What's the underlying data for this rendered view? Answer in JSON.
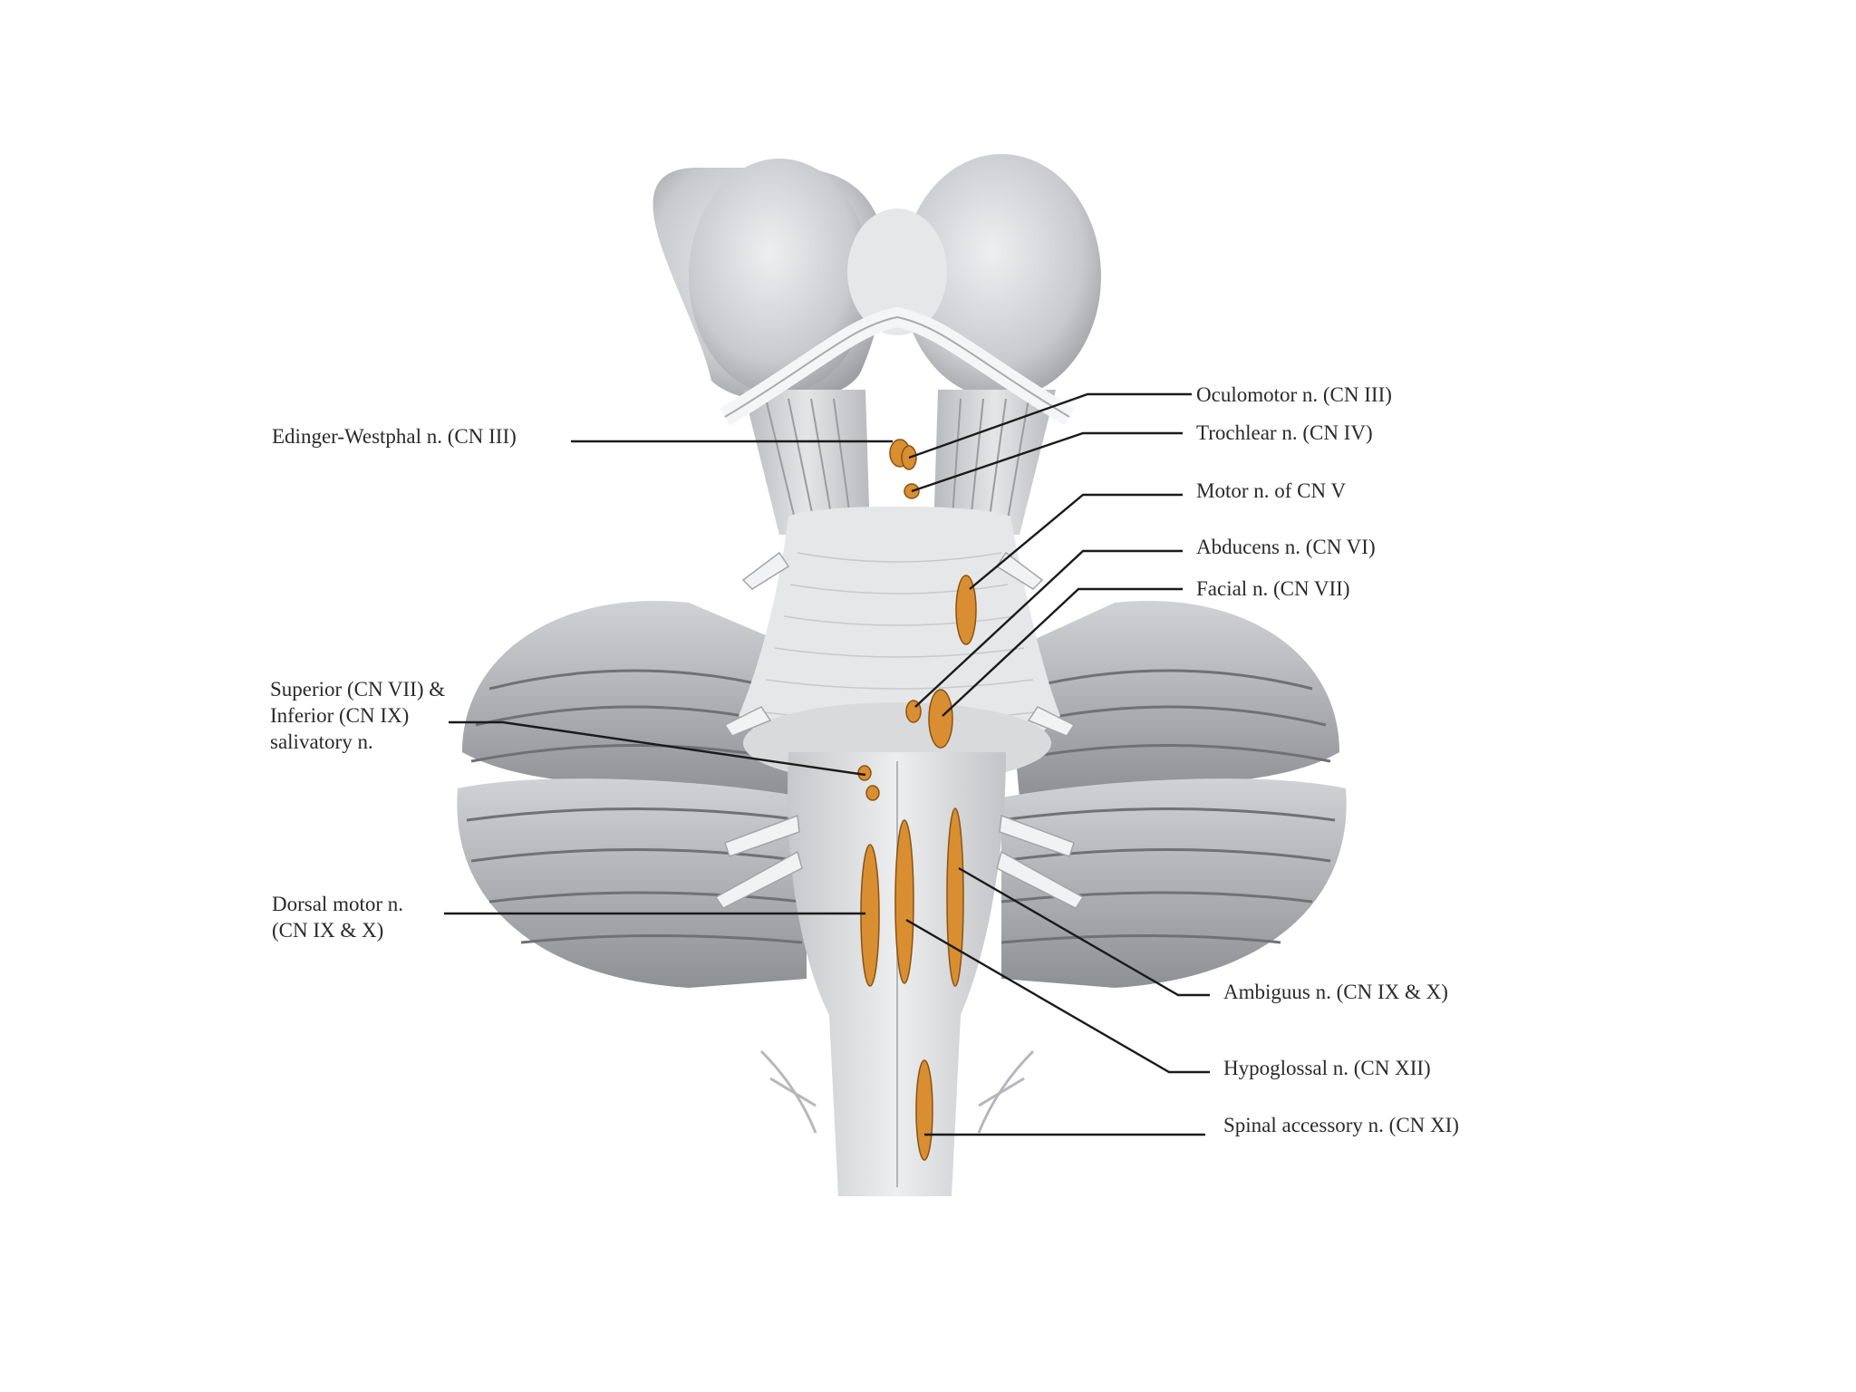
{
  "labels": {
    "edinger_westphal": "Edinger-Westphal n. (CN III)",
    "oculomotor": "Oculomotor n. (CN III)",
    "trochlear": "Trochlear n. (CN IV)",
    "motor_v": "Motor n. of CN V",
    "abducens": "Abducens n. (CN VI)",
    "facial": "Facial n. (CN VII)",
    "salivatory_1": "Superior (CN VII) &",
    "salivatory_2": "Inferior (CN IX)",
    "salivatory_3": "salivatory n.",
    "dorsal_motor_1": "Dorsal motor n.",
    "dorsal_motor_2": "(CN IX & X)",
    "ambiguus": "Ambiguus n. (CN IX & X)",
    "hypoglossal": "Hypoglossal n. (CN XII)",
    "spinal_accessory": "Spinal accessory n. (CN XI)"
  },
  "colors": {
    "nucleus": "#d98e32",
    "tissue": "#bdbfc2",
    "tissue_light": "#e2e3e5",
    "leader": "#1a1a1a"
  }
}
